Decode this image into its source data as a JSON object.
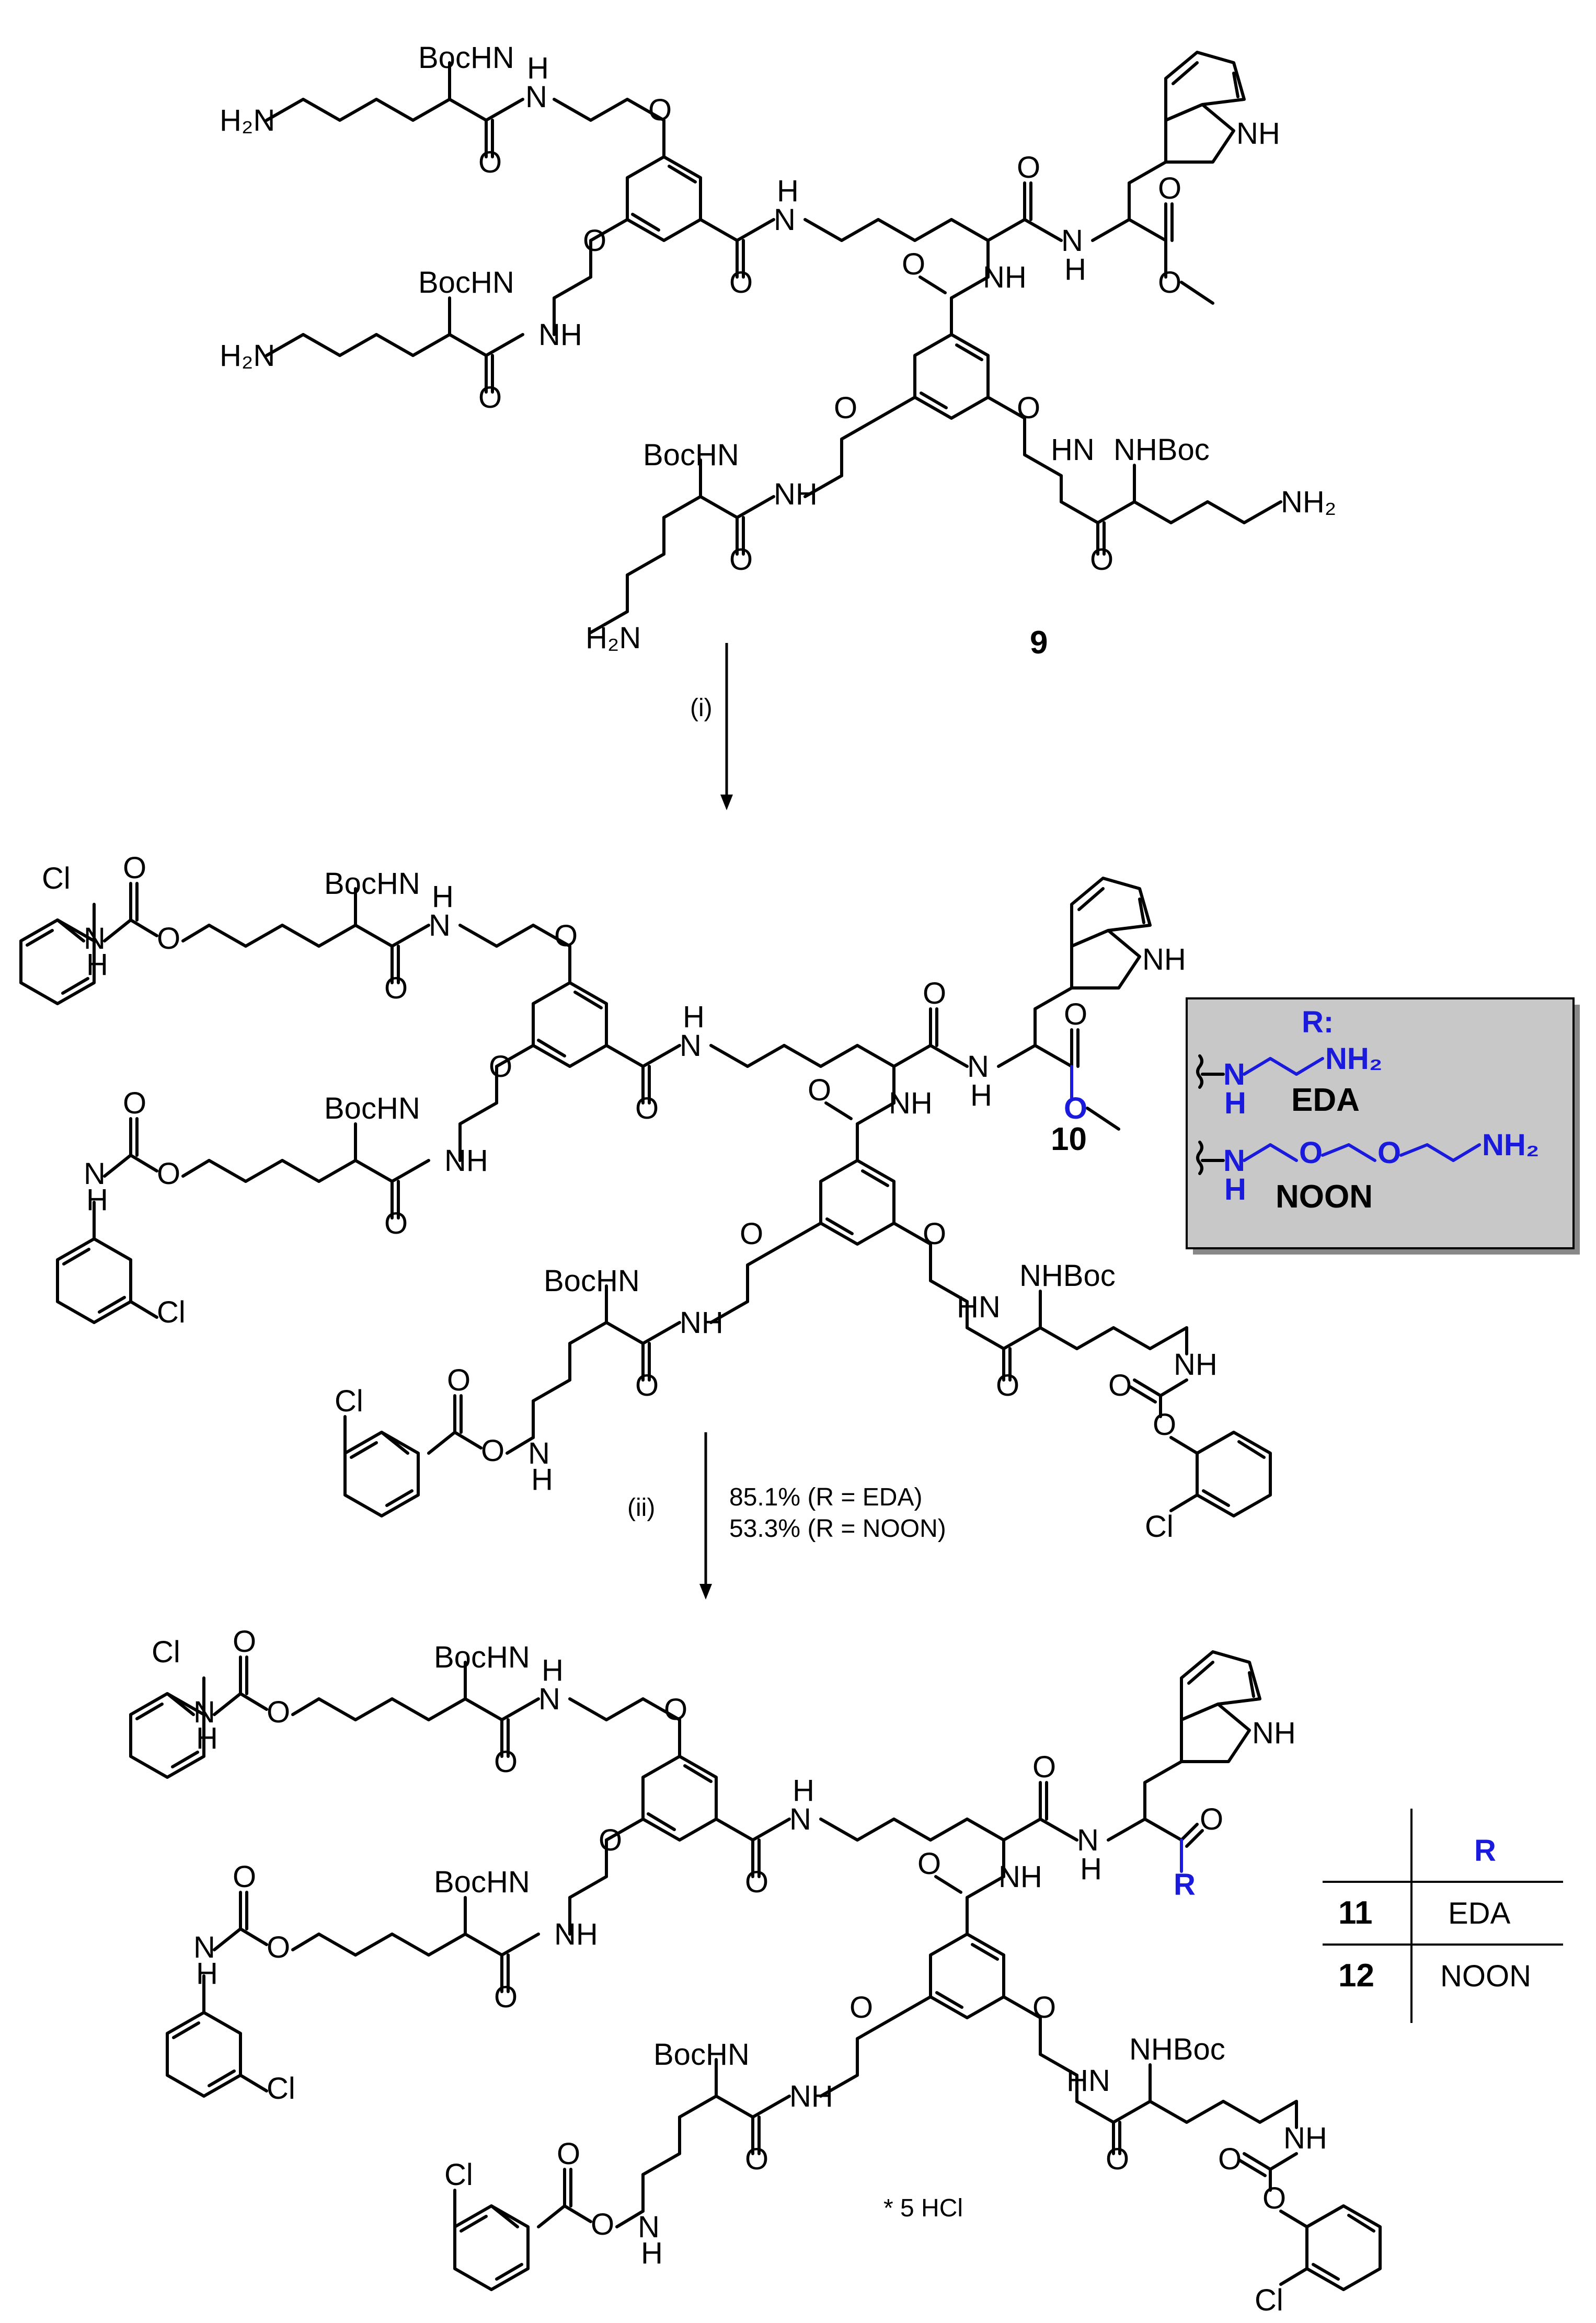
{
  "compounds": {
    "c9": "9",
    "c10": "10",
    "c11": "11",
    "c12": "12"
  },
  "atoms": {
    "boc_hn": "BocHN",
    "nh_boc": "NHBoc",
    "h2n": "H₂N",
    "nh2": "NH₂",
    "nh": "NH",
    "hn": "HN",
    "h": "H",
    "n": "N",
    "o": "O",
    "cl": "Cl"
  },
  "steps": {
    "step1": "(i)",
    "step2": "(ii)",
    "yield_eda": "85.1% (R = EDA)",
    "yield_noon": "53.3% (R = NOON)"
  },
  "legend_box": {
    "r_title": "R:",
    "eda_name": "EDA",
    "noon_name": "NOON",
    "nh2": "NH₂",
    "nh": "N",
    "h": "H",
    "o": "O"
  },
  "table": {
    "header_r": "R",
    "rows": [
      {
        "cmpd": "11",
        "r": "EDA"
      },
      {
        "cmpd": "12",
        "r": "NOON"
      }
    ]
  },
  "salt": "* 5 HCl",
  "product_r": "R"
}
